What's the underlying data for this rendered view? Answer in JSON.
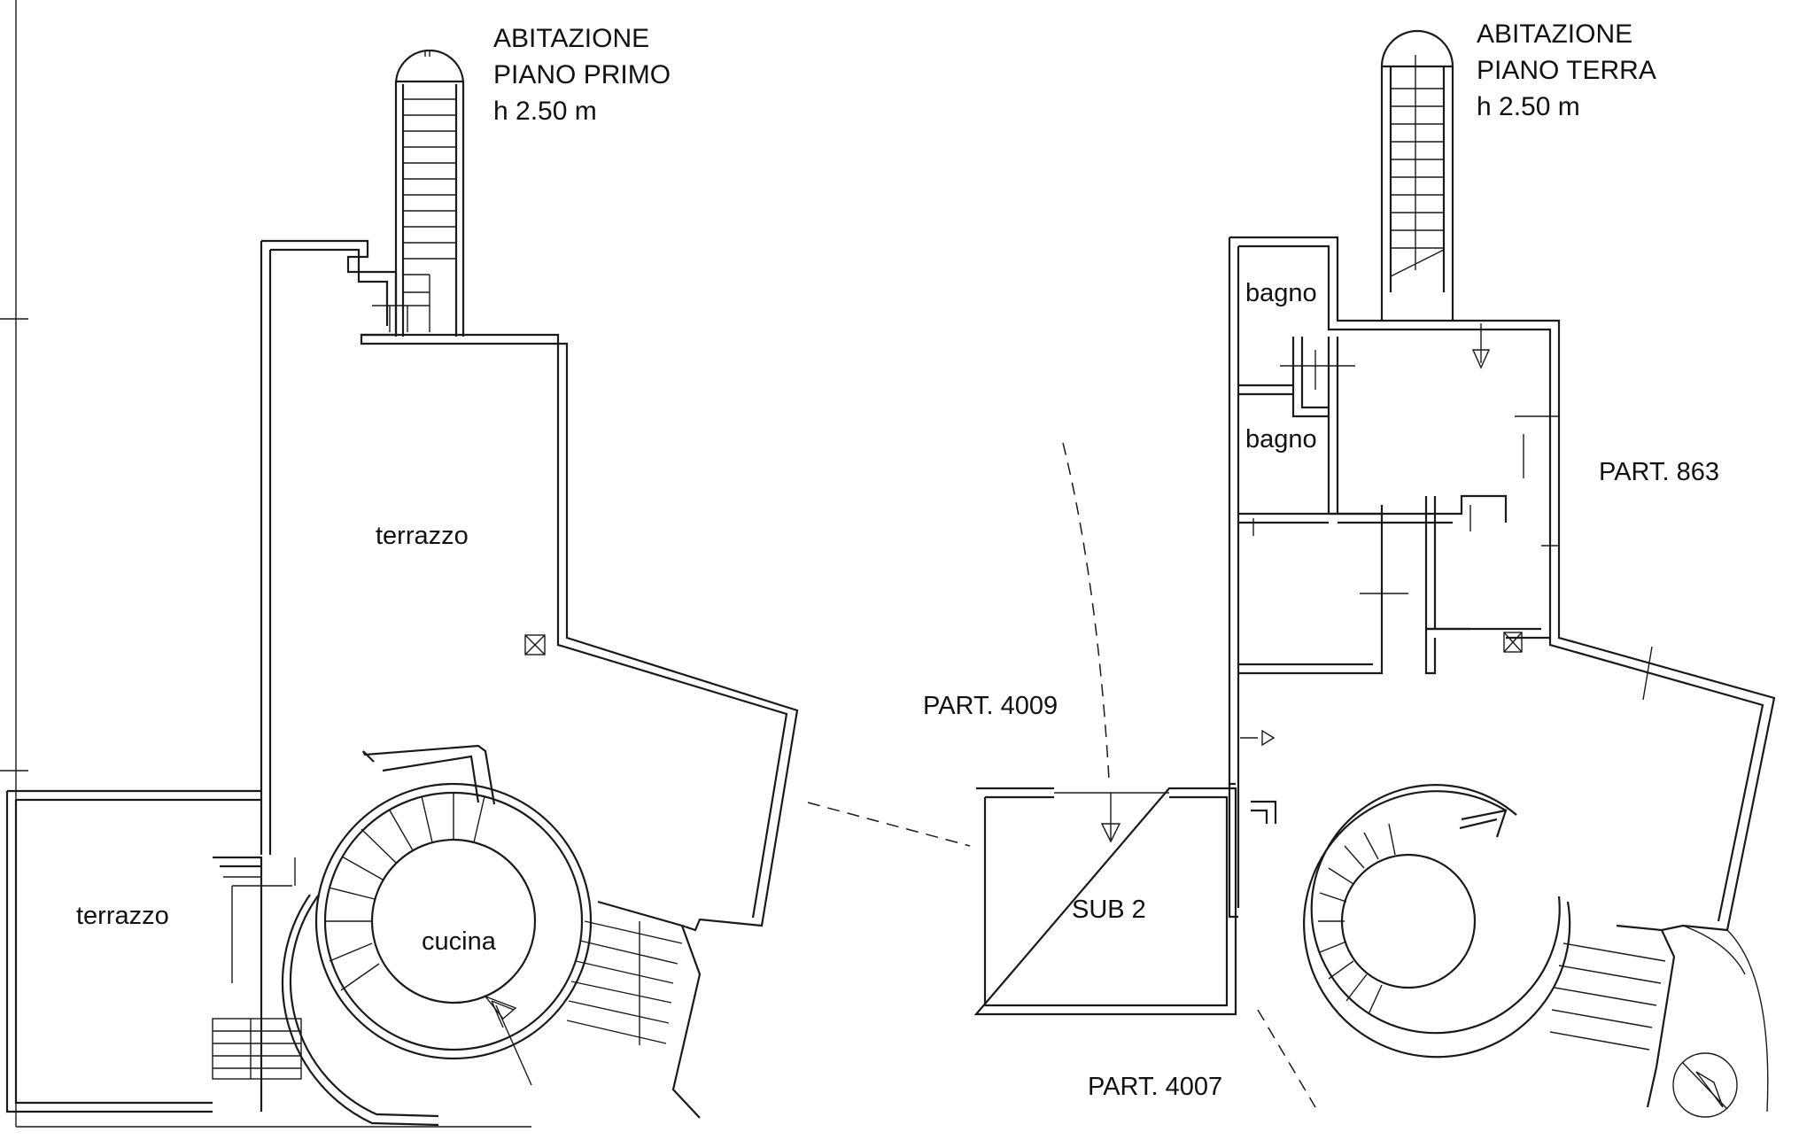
{
  "first_floor": {
    "title_line1": "ABITAZIONE",
    "title_line2": "PIANO PRIMO",
    "height": "h 2.50  m",
    "rooms": {
      "terrace_main": "terrazzo",
      "terrace_side": "terrazzo",
      "kitchen": "cucina"
    }
  },
  "ground_floor": {
    "title_line1": "ABITAZIONE",
    "title_line2": "PIANO TERRA",
    "height": "h 2.50  m",
    "rooms": {
      "bath_upper": "bagno",
      "bath_lower": "bagno",
      "sub": "SUB 2"
    },
    "parcels": {
      "p863": "PART. 863",
      "p4009": "PART. 4009",
      "p4007": "PART. 4007"
    }
  }
}
